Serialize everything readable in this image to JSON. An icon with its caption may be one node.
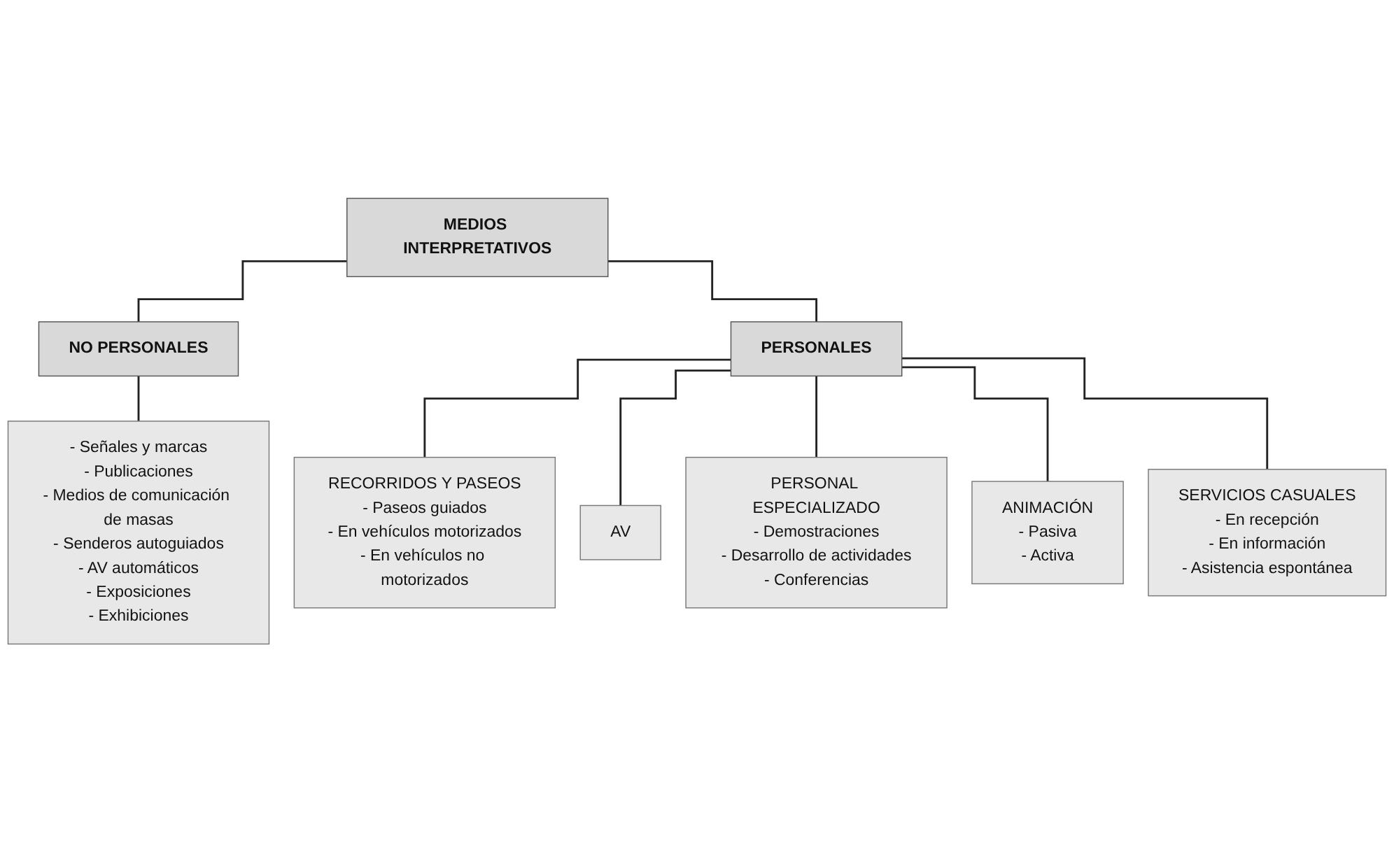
{
  "diagram": {
    "nodes": [
      {
        "text": [
          "MEDIOS INTERPRETATIVOS"
        ]
      },
      {
        "text": [
          "NO PERSONALES"
        ]
      },
      {
        "text": [
          "PERSONALES"
        ]
      },
      {
        "text": [
          "- Señales y marcas",
          "- Publicaciones",
          "- Medios de comunicación de masas",
          "- Senderos autoguiados",
          "- AV automáticos",
          "- Exposiciones",
          "- Exhibiciones"
        ]
      },
      {
        "text": [
          "RECORRIDOS Y PASEOS",
          "- Paseos guiados",
          "- En vehículos motorizados",
          "- En vehículos no motorizados"
        ]
      },
      {
        "text": [
          "AV"
        ]
      },
      {
        "text": [
          "PERSONAL ESPECIALIZADO",
          "- Demostraciones",
          "- Desarrollo de actividades",
          "- Conferencias"
        ]
      },
      {
        "text": [
          "ANIMACIÓN",
          "- Pasiva",
          "- Activa"
        ]
      },
      {
        "text": [
          "SERVICIOS CASUALES",
          "- En recepción",
          "- En información",
          "- Asistencia espontánea"
        ]
      }
    ],
    "edges": [
      {
        "from": 0,
        "to": 1,
        "arrow": "none"
      },
      {
        "from": 0,
        "to": 2,
        "arrow": "none"
      },
      {
        "from": 1,
        "to": 3,
        "arrow": "none"
      },
      {
        "from": 2,
        "to": 4,
        "arrow": "none"
      },
      {
        "from": 2,
        "to": 5,
        "arrow": "none"
      },
      {
        "from": 2,
        "to": 6,
        "arrow": "none"
      },
      {
        "from": 2,
        "to": 7,
        "arrow": "none"
      },
      {
        "from": 2,
        "to": 8,
        "arrow": "none"
      }
    ]
  }
}
